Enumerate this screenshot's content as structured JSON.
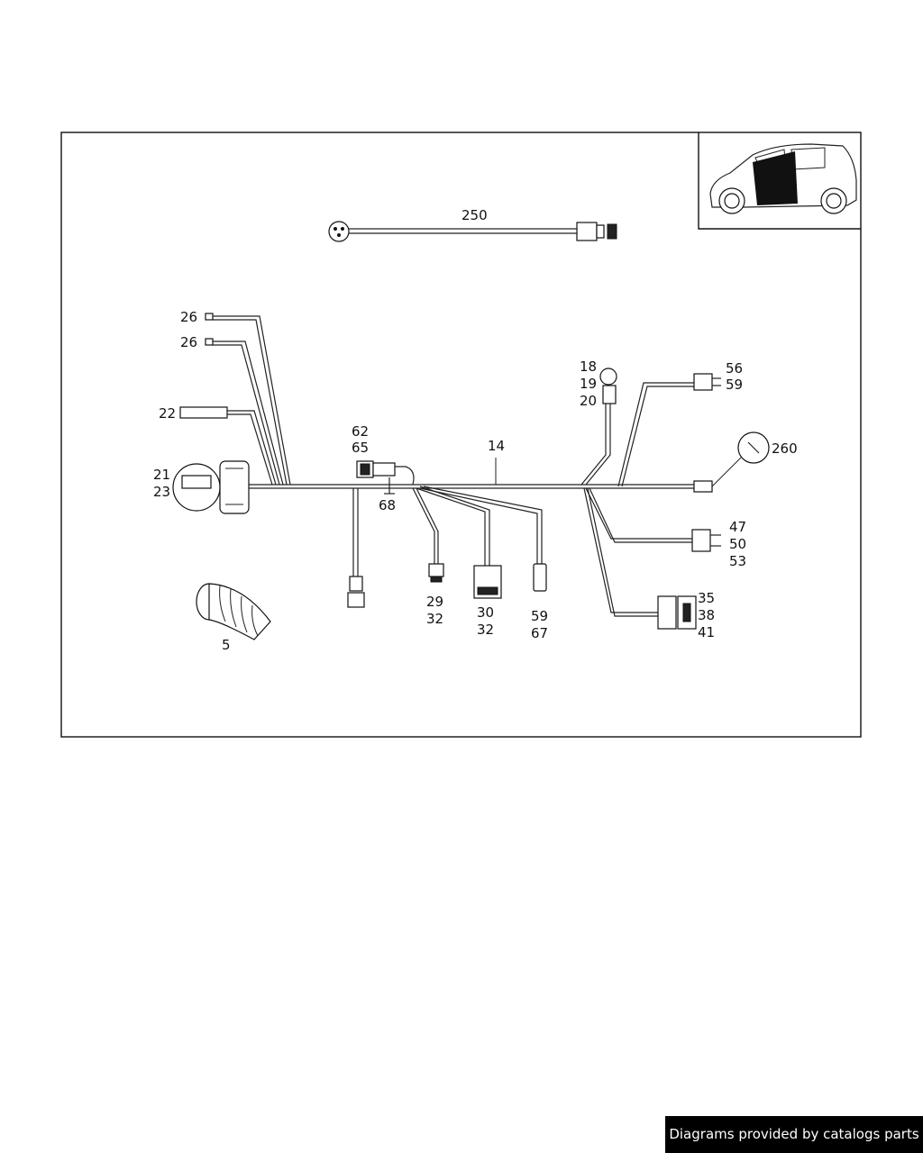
{
  "labels": {
    "l250": "250",
    "l26a": "26",
    "l26b": "26",
    "l22": "22",
    "l21": "21",
    "l23": "23",
    "l62": "62",
    "l65": "65",
    "l68": "68",
    "l14": "14",
    "l18": "18",
    "l19": "19",
    "l20": "20",
    "l56": "56",
    "l59a": "59",
    "l260": "260",
    "l47": "47",
    "l50": "50",
    "l53": "53",
    "l35": "35",
    "l38": "38",
    "l41": "41",
    "l29": "29",
    "l32a": "32",
    "l30": "30",
    "l32b": "32",
    "l59b": "59",
    "l67": "67",
    "l5": "5"
  },
  "footer": {
    "text": "Diagrams provided by catalogs parts"
  }
}
